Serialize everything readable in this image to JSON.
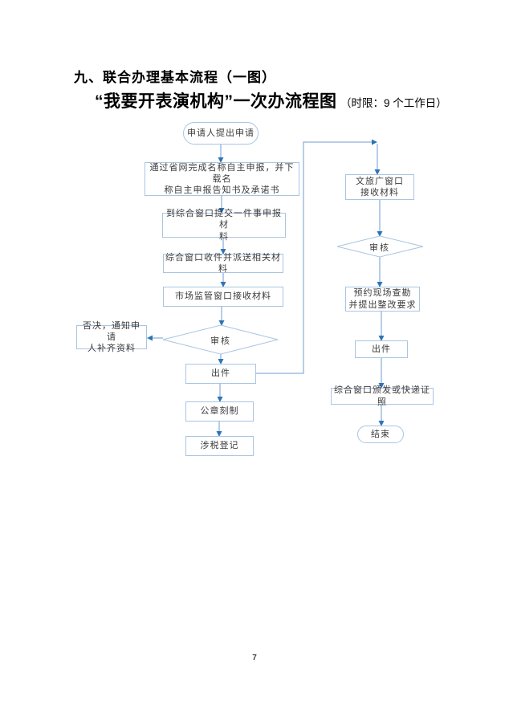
{
  "document": {
    "heading": "九、联合办理基本流程（一图）",
    "subtitle": "“我要开表演机构”一次办流程图",
    "subtitle_note": "（时限：9 个工作日）",
    "page_number": "7"
  },
  "flowchart": {
    "left": {
      "start": "申请人提出申请",
      "online_declare": "通过省网完成名称自主申报，并下载名\n称自主申报告知书及承诺书",
      "submit_window": "到综合窗口提交一件事申报材\n料",
      "window_dispatch": "综合窗口收件并派送相关材料",
      "market_receive": "市场监管窗口接收材料",
      "review": "审核",
      "reject_notice": "否决，通知申请\n人补齐资料",
      "issue": "出件",
      "seal_making": "公章刻制",
      "tax_registration": "涉税登记"
    },
    "right": {
      "culture_window_receive": "文旅广窗口\n接收材料",
      "review": "审核",
      "site_survey": "预约现场查勘\n并提出整改要求",
      "issue": "出件",
      "license_delivery": "综合窗口颁发或快递证照",
      "end": "结束"
    }
  },
  "colors": {
    "line": "#6f9bd1",
    "arrowhead": "#2e74b5",
    "node_border": "#a9c5e2",
    "text": "#3c3c3c"
  }
}
